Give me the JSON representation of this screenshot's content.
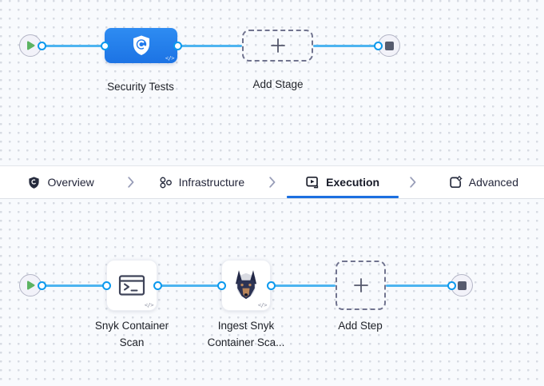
{
  "stage_canvas": {
    "start_icon": "play-icon",
    "end_icon": "stop-icon",
    "stage": {
      "name": "Security Tests",
      "icon": "security-shield-icon",
      "code_badge": "</>"
    },
    "add_stage": {
      "label": "Add Stage",
      "icon": "plus-icon"
    }
  },
  "tab_bar": {
    "separator_icon": "chevron-right-icon",
    "tabs": [
      {
        "label": "Overview",
        "icon": "shield-icon",
        "active": false
      },
      {
        "label": "Infrastructure",
        "icon": "infrastructure-icon",
        "active": false
      },
      {
        "label": "Execution",
        "icon": "execution-icon",
        "active": true
      },
      {
        "label": "Advanced",
        "icon": "advanced-icon",
        "active": false
      }
    ]
  },
  "step_canvas": {
    "start_icon": "play-icon",
    "end_icon": "stop-icon",
    "steps": [
      {
        "name": "Snyk Container\nScan",
        "icon": "terminal-icon",
        "code_badge": "</>"
      },
      {
        "name": "Ingest Snyk\nContainer Sca...",
        "icon": "snyk-dog-icon",
        "code_badge": "</>"
      }
    ],
    "add_step": {
      "label": "Add Step",
      "icon": "plus-icon"
    }
  },
  "colors": {
    "canvas_background": "#f8fafd",
    "grid_dot": "#d7dbe3",
    "connector_blue": "#4db4f0",
    "port_border_blue": "#0b99ee",
    "stage_node_blue": "#2079ec",
    "active_tab_underline": "#1b6fe0",
    "play_green": "#5cb362",
    "stop_slate": "#565b6e",
    "label_text": "#1e2128",
    "tab_text": "#23263a"
  }
}
